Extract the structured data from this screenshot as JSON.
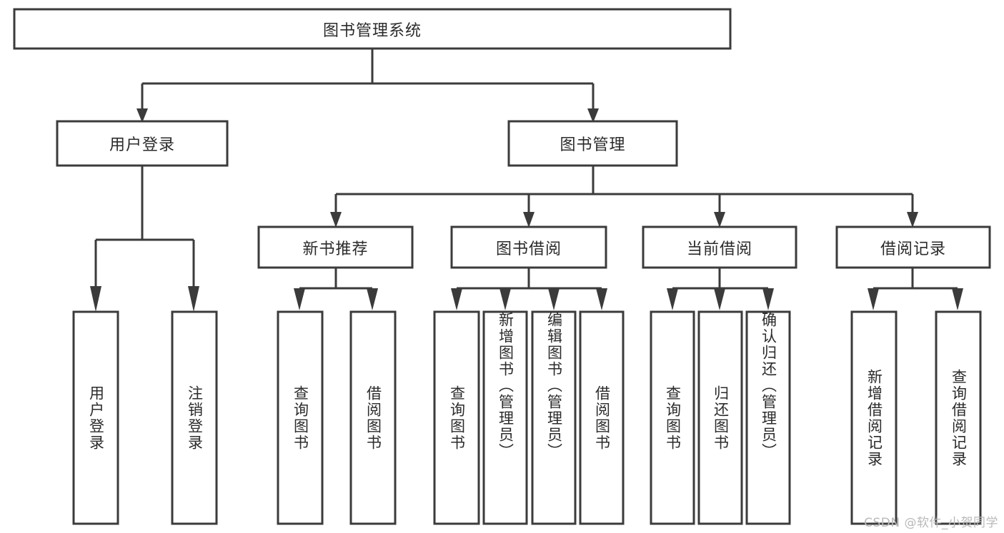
{
  "diagram": {
    "title": "图书管理系统",
    "type": "tree",
    "orientation": "top-down",
    "colors": {
      "stroke": "#3b3b3b",
      "fill": "#ffffff",
      "text": "#2b2b2b",
      "background": "#ffffff",
      "watermark": "#b9b9b9"
    },
    "root": {
      "id": "root",
      "label": "图书管理系统",
      "text_orientation": "horizontal"
    },
    "level1": [
      {
        "id": "user-login",
        "label": "用户登录",
        "text_orientation": "horizontal"
      },
      {
        "id": "book-manage",
        "label": "图书管理",
        "text_orientation": "horizontal"
      }
    ],
    "level2": [
      {
        "id": "new-book-recommend",
        "label": "新书推荐",
        "parent": "book-manage",
        "text_orientation": "horizontal"
      },
      {
        "id": "book-borrow",
        "label": "图书借阅",
        "parent": "book-manage",
        "text_orientation": "horizontal"
      },
      {
        "id": "current-borrow",
        "label": "当前借阅",
        "parent": "book-manage",
        "text_orientation": "horizontal"
      },
      {
        "id": "borrow-record",
        "label": "借阅记录",
        "parent": "book-manage",
        "text_orientation": "horizontal"
      }
    ],
    "leaves": [
      {
        "id": "leaf-user-login",
        "label": "用户登录",
        "parent": "user-login",
        "text_orientation": "vertical"
      },
      {
        "id": "leaf-logout-login",
        "label": "注销登录",
        "parent": "user-login",
        "text_orientation": "vertical"
      },
      {
        "id": "leaf-query-book-1",
        "label": "查询图书",
        "parent": "new-book-recommend",
        "text_orientation": "vertical"
      },
      {
        "id": "leaf-borrow-book-1",
        "label": "借阅图书",
        "parent": "new-book-recommend",
        "text_orientation": "vertical"
      },
      {
        "id": "leaf-query-book-2",
        "label": "查询图书",
        "parent": "book-borrow",
        "text_orientation": "vertical"
      },
      {
        "id": "leaf-add-book",
        "label": "新增图书（管理员）",
        "parent": "book-borrow",
        "text_orientation": "vertical"
      },
      {
        "id": "leaf-edit-book",
        "label": "编辑图书（管理员）",
        "parent": "book-borrow",
        "text_orientation": "vertical"
      },
      {
        "id": "leaf-borrow-book-2",
        "label": "借阅图书",
        "parent": "book-borrow",
        "text_orientation": "vertical"
      },
      {
        "id": "leaf-query-book-3",
        "label": "查询图书",
        "parent": "current-borrow",
        "text_orientation": "vertical"
      },
      {
        "id": "leaf-return-book",
        "label": "归还图书",
        "parent": "current-borrow",
        "text_orientation": "vertical"
      },
      {
        "id": "leaf-confirm-return",
        "label": "确认归还（管理员）",
        "parent": "current-borrow",
        "text_orientation": "vertical"
      },
      {
        "id": "leaf-add-borrow-record",
        "label": "新增借阅记录",
        "parent": "borrow-record",
        "text_orientation": "vertical"
      },
      {
        "id": "leaf-query-borrow-record",
        "label": "查询借阅记录",
        "parent": "borrow-record",
        "text_orientation": "vertical"
      }
    ],
    "watermark": "CSDN @软件_小贺同学"
  }
}
